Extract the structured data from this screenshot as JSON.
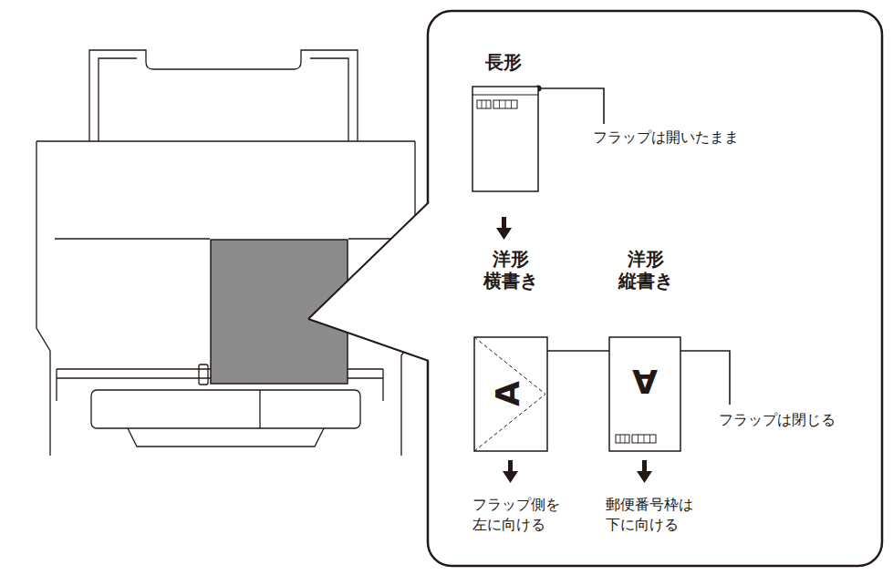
{
  "diagram": {
    "nodes": [
      {
        "text": [
          "長形"
        ]
      },
      {
        "text": [
          "洋形 横書き",
          "A"
        ]
      },
      {
        "text": [
          "洋形 縦書き",
          "A"
        ]
      }
    ],
    "labels": [
      "フラップは開いたまま",
      "フラップは閉じる",
      "フラップ側を 左に向ける",
      "郵便番号枠は 下に向ける"
    ]
  }
}
